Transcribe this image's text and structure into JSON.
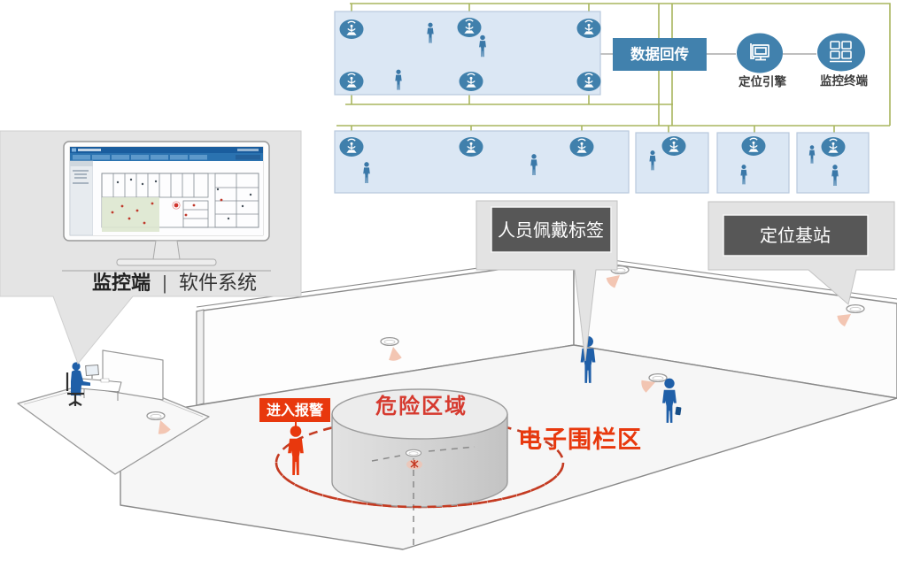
{
  "top_network": {
    "data_return_label": "数据回传",
    "positioning_engine_label": "定位引擎",
    "monitoring_terminal_label": "监控终端"
  },
  "monitor_callout": {
    "title_bold": "监控端",
    "separator": "|",
    "title_rest": "软件系统"
  },
  "callouts": {
    "personnel_tag": "人员佩戴标签",
    "base_station": "定位基站"
  },
  "scene": {
    "entry_alarm": "进入报警",
    "danger_zone": "危险区域",
    "fence_area": "电子围栏区"
  },
  "icons": {
    "base_station": "antenna-signal-icon",
    "person": "person-silhouette-icon",
    "positioning_engine": "computer-icon",
    "monitoring_terminal": "monitor-wall-icon",
    "anchor_disc": "ceiling-disc-icon",
    "signal_wedge": "signal-wedge-icon"
  },
  "colors": {
    "accent_blue": "#4181ad",
    "panel_blue": "#dbe7f4",
    "panel_border": "#b7c9dd",
    "line_green": "#a9b65f",
    "alert_red": "#e8380d",
    "danger_red": "#d63a2f",
    "callout_gray": "#e3e3e3",
    "callout_dark": "#575757",
    "person_blue": "#1f5fa8",
    "floor_gray": "#f6f6f6"
  }
}
